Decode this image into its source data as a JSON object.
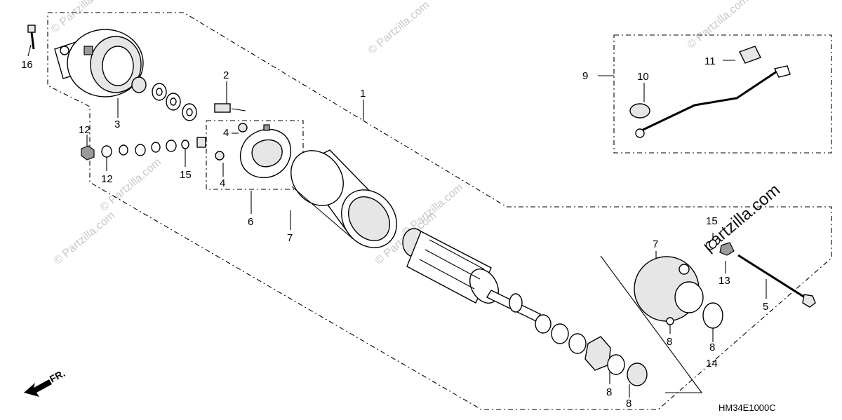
{
  "callouts": {
    "c1": "1",
    "c2": "2",
    "c3": "3",
    "c4a": "4",
    "c4b": "4",
    "c5": "5",
    "c6": "6",
    "c7a": "7",
    "c7b": "7",
    "c8a": "8",
    "c8b": "8",
    "c8c": "8",
    "c8d": "8",
    "c9": "9",
    "c10": "10",
    "c11": "11",
    "c12a": "12",
    "c12b": "12",
    "c13": "13",
    "c14": "14",
    "c15a": "15",
    "c15b": "15",
    "c16": "16"
  },
  "watermark": "© Partzilla.com",
  "watermark_large": "partzilla.com",
  "diagram_code": "HM34E1000C",
  "direction_label": "FR."
}
